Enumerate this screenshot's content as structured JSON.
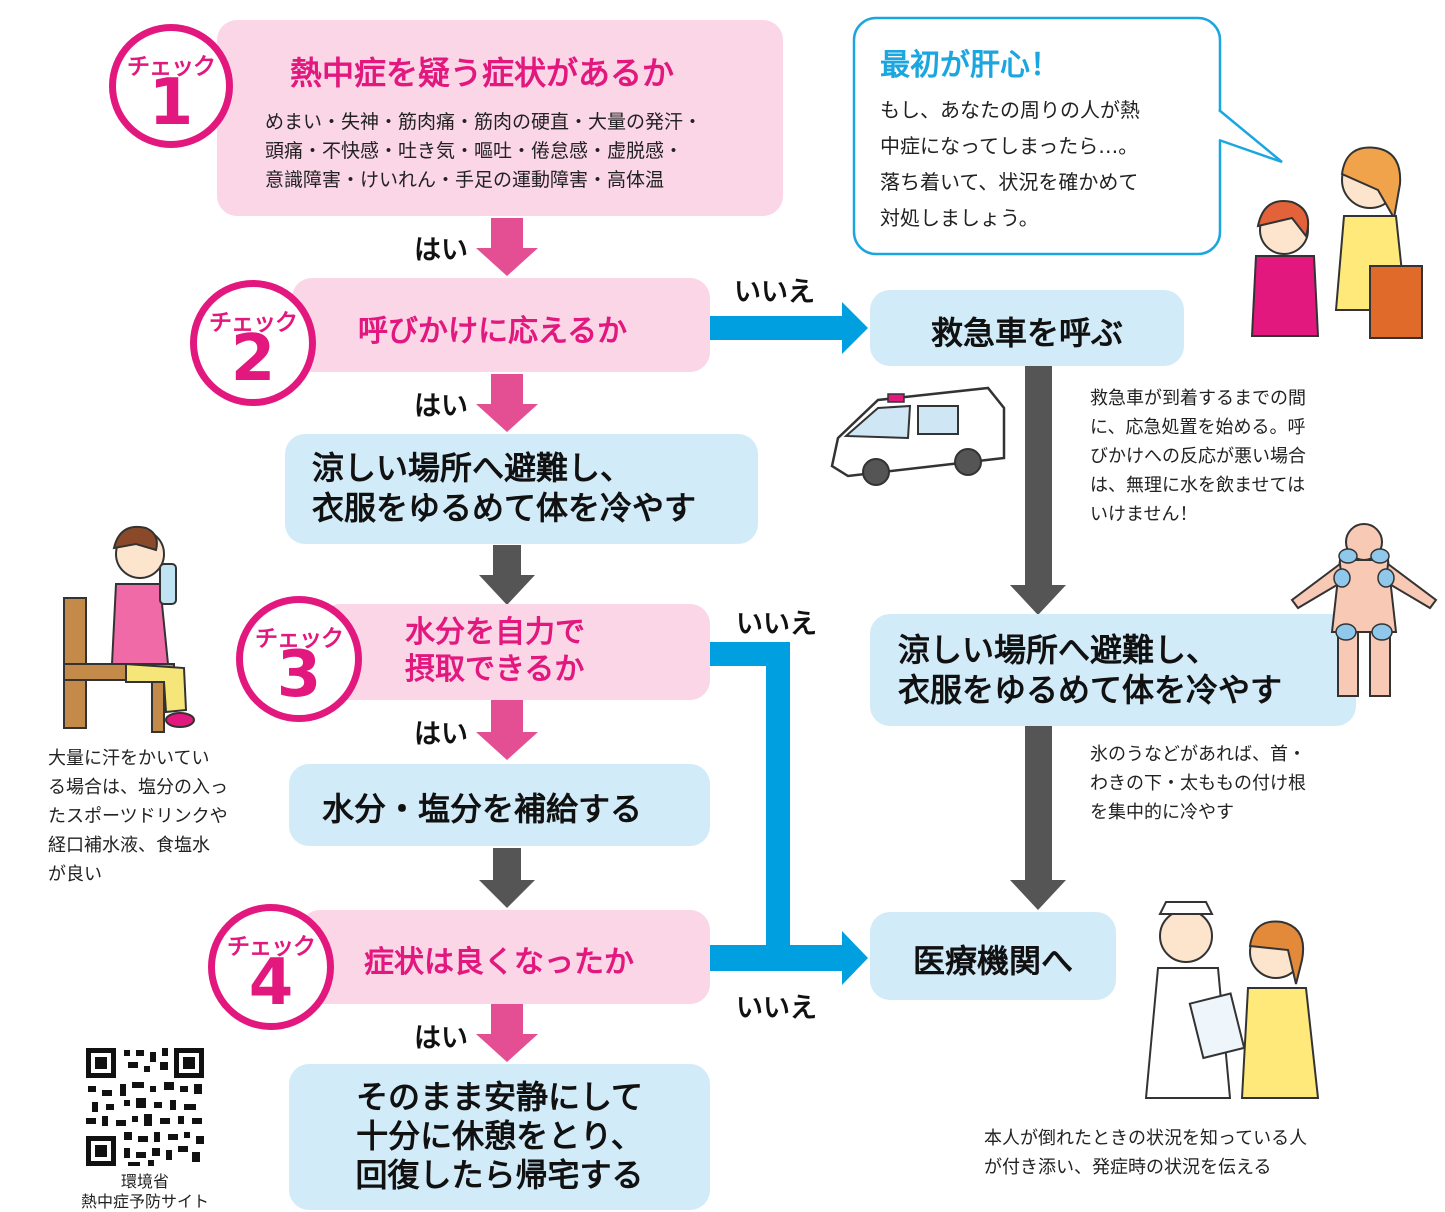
{
  "check_label": "チェック",
  "step1": {
    "num": "1",
    "title": "熱中症を疑う症状があるか",
    "symptoms": [
      "めまい・失神・筋肉痛・筋肉の硬直・大量の発汗・",
      "頭痛・不快感・吐き気・嘔吐・倦怠感・虚脱感・",
      "意識障害・けいれん・手足の運動障害・高体温"
    ]
  },
  "step2": {
    "num": "2",
    "title": "呼びかけに応えるか"
  },
  "step3": {
    "num": "3",
    "title_lines": [
      "水分を自力で",
      "摂取できるか"
    ]
  },
  "step4": {
    "num": "4",
    "title": "症状は良くなったか"
  },
  "labels": {
    "yes": "はい",
    "no": "いいえ"
  },
  "actions": {
    "cool_left": [
      "涼しい場所へ避難し、",
      "衣服をゆるめて体を冷やす"
    ],
    "hydrate": "水分・塩分を補給する",
    "rest": [
      "そのまま安静にして",
      "十分に休憩をとり、",
      "回復したら帰宅する"
    ],
    "call_ambulance": "救急車を呼ぶ",
    "cool_right": [
      "涼しい場所へ避難し、",
      "衣服をゆるめて体を冷やす"
    ],
    "hospital": "医療機関へ"
  },
  "callout": {
    "title": "最初が肝心！",
    "lines": [
      "もし、あなたの周りの人が熱",
      "中症になってしまったら…。",
      "落ち着いて、状況を確かめて",
      "対処しましょう。"
    ]
  },
  "notes": {
    "ambulance": [
      "救急車が到着するまでの間",
      "に、応急処置を始める。呼",
      "びかけへの反応が悪い場合",
      "は、無理に水を飲ませては",
      "いけません！"
    ],
    "ice": [
      "氷のうなどがあれば、首・",
      "わきの下・太ももの付け根",
      "を集中的に冷やす"
    ],
    "sweat": [
      "大量に汗をかいてい",
      "る場合は、塩分の入っ",
      "たスポーツドリンクや",
      "経口補水液、食塩水",
      "が良い"
    ],
    "companion": [
      "本人が倒れたときの状況を知っている人",
      "が付き添い、発症時の状況を伝える"
    ]
  },
  "qr": {
    "lines": [
      "環境省",
      "熱中症予防サイト"
    ]
  },
  "colors": {
    "magenta": "#e2187f",
    "pink_box": "#fad6e6",
    "blue_box": "#d2ebf8",
    "cyan_arrow": "#00a0e0",
    "gray_arrow": "#555555"
  }
}
